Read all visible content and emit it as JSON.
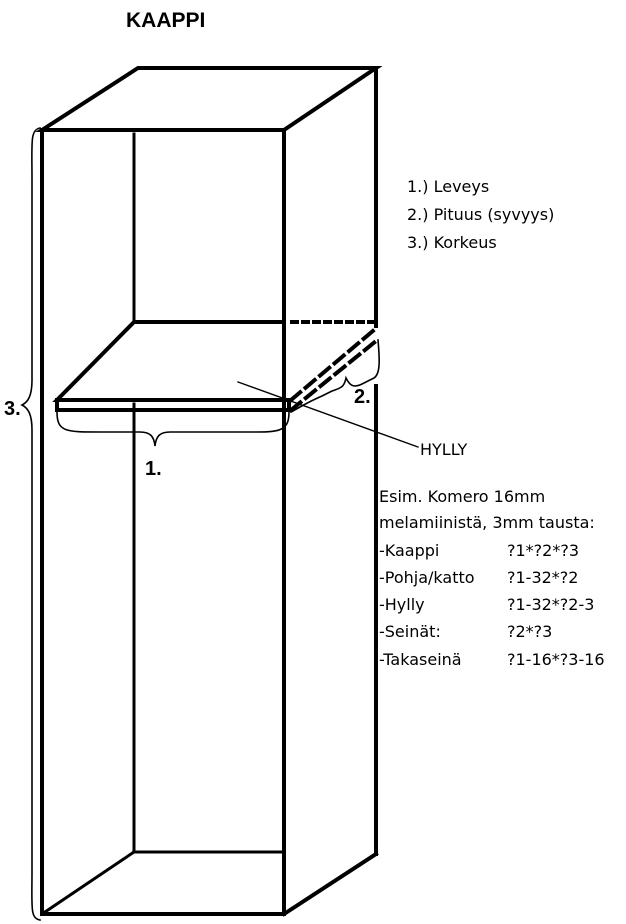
{
  "title": "KAAPPI",
  "dimension_labels": {
    "width": "1.",
    "depth": "2.",
    "height": "3."
  },
  "legend": [
    "1.) Leveys",
    "2.) Pituus (syvyys)",
    "3.) Korkeus"
  ],
  "shelf_label": "HYLLY",
  "example": {
    "heading_line1": "Esim. Komero 16mm",
    "heading_line2": "melamiinistä, 3mm tausta:",
    "rows": [
      {
        "name": "-Kaappi",
        "formula": "?1*?2*?3"
      },
      {
        "name": "-Pohja/katto",
        "formula": "?1-32*?2"
      },
      {
        "name": "-Hylly",
        "formula": "?1-32*?2-3"
      },
      {
        "name": "-Seinät:",
        "formula": "?2*?3"
      },
      {
        "name": "-Takaseinä",
        "formula": "?1-16*?3-16"
      }
    ]
  }
}
